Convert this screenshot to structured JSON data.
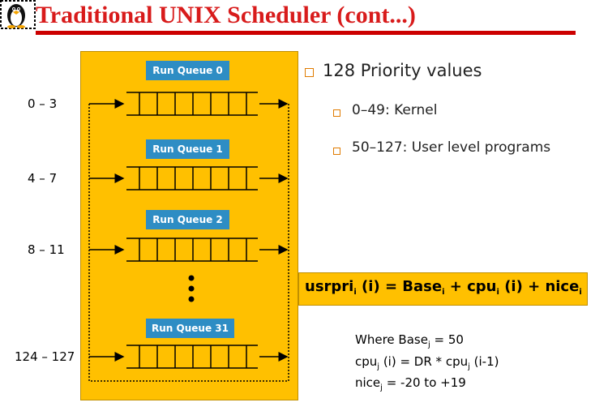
{
  "title": "Traditional UNIX Scheduler (cont...)",
  "logo_icon": "tux-penguin-icon",
  "colors": {
    "title": "#d81b1b",
    "rule": "#cc0000",
    "panel": "#ffc000",
    "queue_label": "#2e8dc4",
    "bullet": "#e07b00"
  },
  "queues": [
    {
      "label": "Run Queue 0",
      "range": "0 – 3"
    },
    {
      "label": "Run Queue 1",
      "range": "4 – 7"
    },
    {
      "label": "Run Queue 2",
      "range": "8 – 11"
    },
    {
      "label": "Run Queue 31",
      "range": "124 – 127"
    }
  ],
  "bullets": {
    "main": "128 Priority values",
    "sub": [
      "0–49:  Kernel",
      "50–127: User level programs"
    ]
  },
  "formula": {
    "lhs": "usrpri",
    "sub_i": "i",
    "arg": " (i) = Base",
    "plus1": " + cpu",
    "arg2": " (i) + nice"
  },
  "definitions": {
    "line1_a": "Where Base",
    "line1_b": " = 50",
    "line2_a": "cpu",
    "line2_b": " (i) = DR * cpu",
    "line2_c": " (i-1)",
    "line3_a": "nice",
    "line3_b": "  = -20 to +19",
    "sub": "j"
  }
}
